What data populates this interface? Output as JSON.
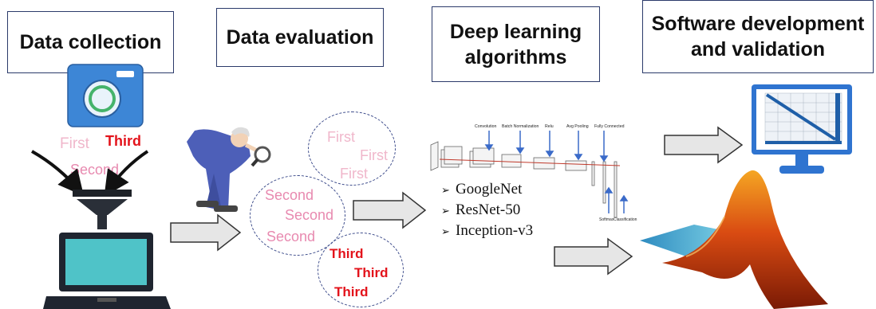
{
  "stages": [
    {
      "title": "Data collection"
    },
    {
      "title": "Data evaluation"
    },
    {
      "title": "Deep learning\nalgorithms"
    },
    {
      "title": "Software development\nand validation"
    }
  ],
  "collection_labels": {
    "first": "First",
    "second": "Second",
    "third": "Third"
  },
  "groups": {
    "first": [
      "First",
      "First",
      "First"
    ],
    "second": [
      "Second",
      "Second",
      "Second"
    ],
    "third": [
      "Third",
      "Third",
      "Third"
    ]
  },
  "cnn_layers": [
    "Convolution",
    "Batch Normalization",
    "Relu",
    "Avg Pooling",
    "Fully Connected",
    "Softmax",
    "Classification"
  ],
  "networks": [
    "GoogleNet",
    "ResNet-50",
    "Inception-v3"
  ],
  "colors": {
    "pink": "#e88ab0",
    "red": "#e3131b",
    "box_border": "#2b3a6a",
    "arrow_fill": "#e6e6e6",
    "arrow_stroke": "#333333"
  }
}
